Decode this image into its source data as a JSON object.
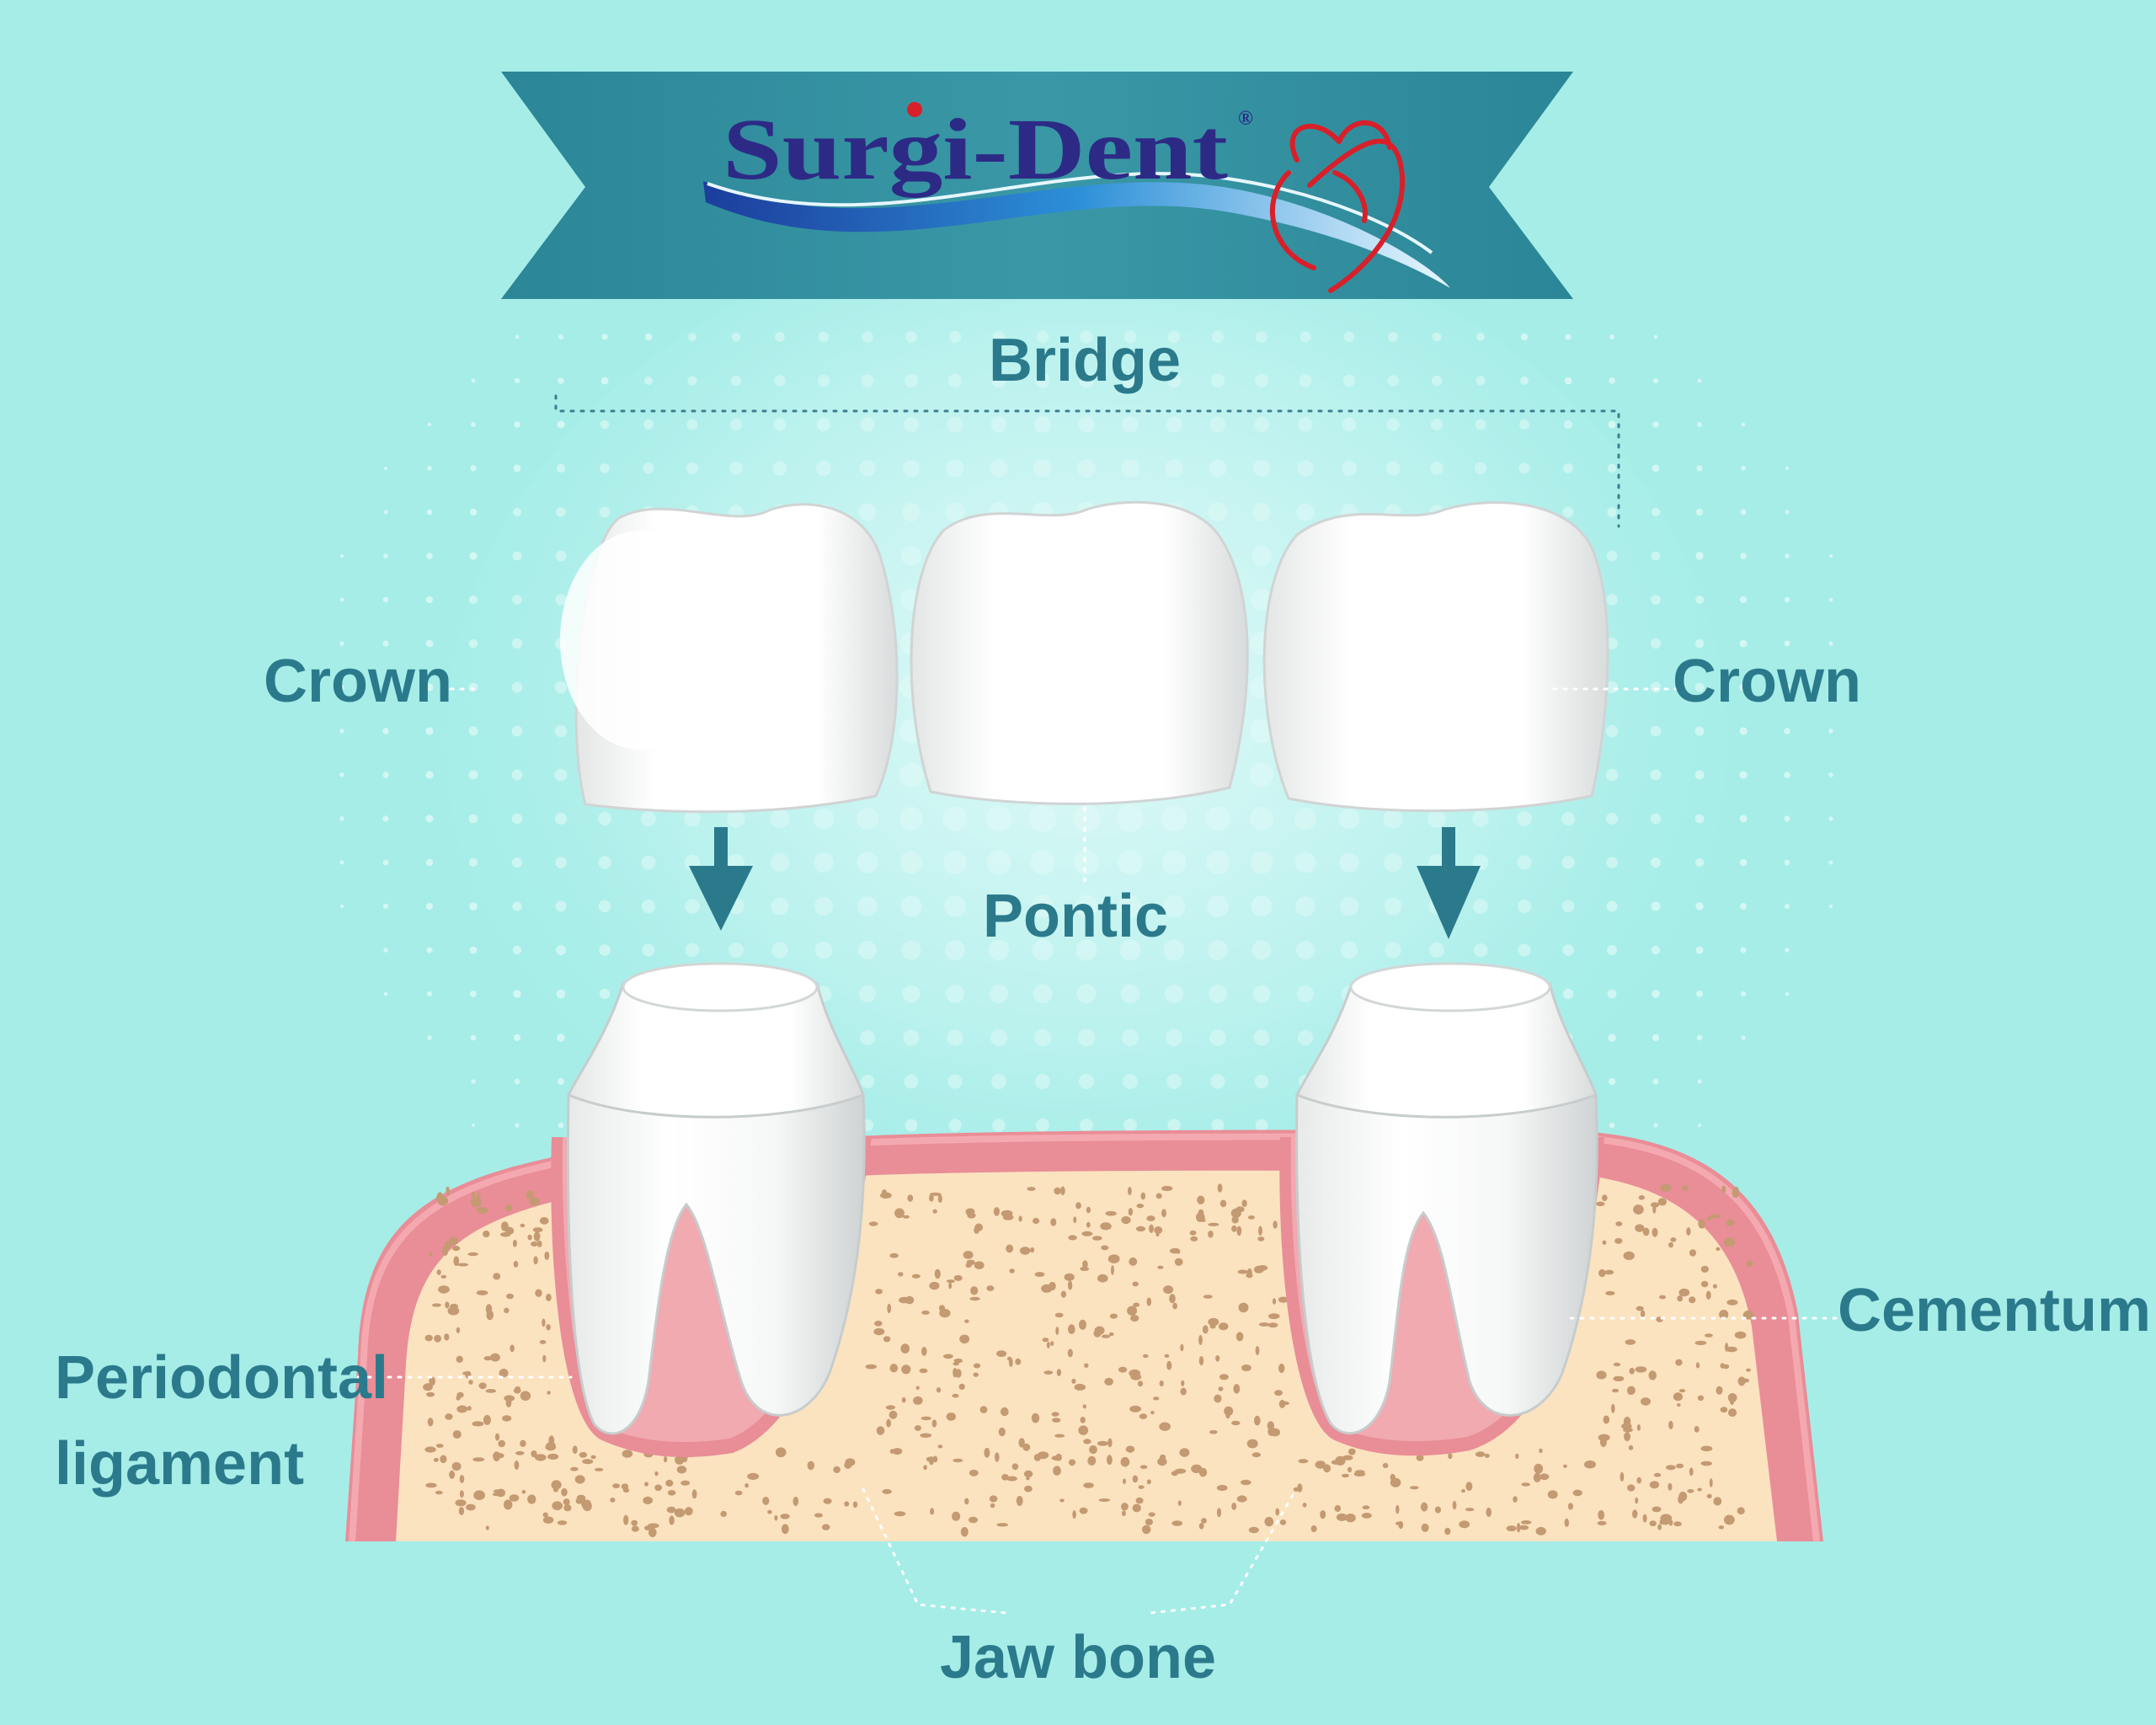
{
  "logo": {
    "first": "Surgi",
    "dash": "-",
    "second": "Dent",
    "registered": "®"
  },
  "labels": {
    "bridge": "Bridge",
    "crown_left": "Crown",
    "crown_right": "Crown",
    "pontic": "Pontic",
    "periodontal_line1": "Periodontal",
    "periodontal_line2": "ligament",
    "cementum": "Cementum",
    "jaw_bone": "Jaw bone"
  },
  "colors": {
    "background": "#a6ede8",
    "banner": "#2b8697",
    "label_text": "#2b7a8c",
    "gum": "#e98d97",
    "bone": "#fbe3c0",
    "bone_dots": "#c49a72",
    "tooth": "#ffffff",
    "arrow": "#2b7a8c",
    "logo_text": "#2d2a86",
    "logo_heart": "#d8202a"
  },
  "icons": {
    "arrow_left": "arrow-down-icon",
    "arrow_right": "arrow-down-icon",
    "logo_mark": "heart-tooth-icon"
  }
}
